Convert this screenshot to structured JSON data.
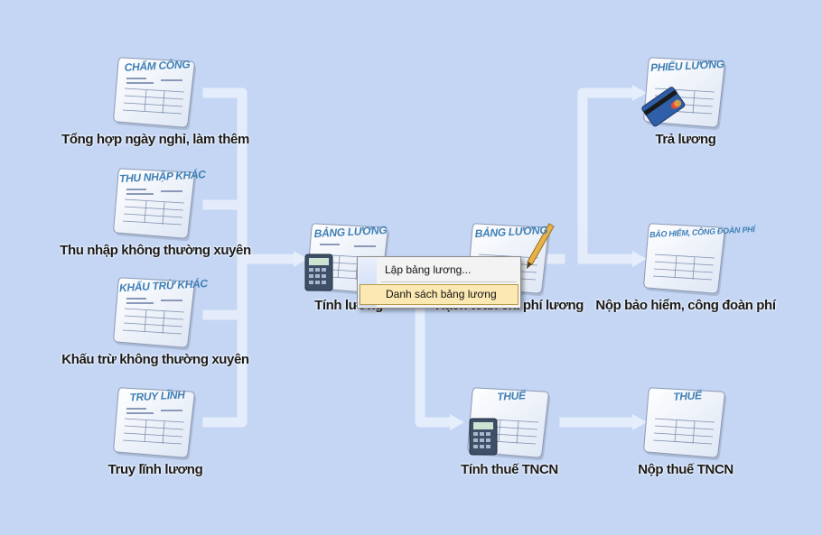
{
  "nodes": {
    "cham_cong": {
      "heading": "CHẤM CÔNG",
      "label": "Tổng hợp ngày nghỉ, làm thêm"
    },
    "thu_nhap": {
      "heading": "THU NHẬP KHÁC",
      "label": "Thu nhập không thường xuyên"
    },
    "khau_tru": {
      "heading": "KHẤU TRỪ KHÁC",
      "label": "Khấu trừ không thường xuyên"
    },
    "truy_linh": {
      "heading": "TRUY LĨNH",
      "label": "Truy lĩnh lương"
    },
    "tinh_luong": {
      "heading": "BẢNG LƯƠNG",
      "label": "Tính lương"
    },
    "hach_toan": {
      "heading": "BẢNG LƯƠNG",
      "label": "Hạch toán chi phí lương"
    },
    "tra_luong": {
      "heading": "PHIẾU LƯƠNG",
      "label": "Trả lương"
    },
    "bao_hiem": {
      "heading": "BẢO HIỂM, CÔNG ĐOÀN PHÍ",
      "label": "Nộp bảo hiểm, công đoàn phí"
    },
    "tinh_thue": {
      "heading": "THUẾ",
      "label": "Tính thuế TNCN"
    },
    "nop_thue": {
      "heading": "THUẾ",
      "label": "Nộp thuế TNCN"
    }
  },
  "context_menu": {
    "item1": "Lập bảng lương...",
    "item2": "Danh sách bảng lương"
  },
  "colors": {
    "background": "#c4d6f4",
    "connector": "#e2ebfa",
    "heading": "#3f7fb6",
    "menu_highlight": "#fbe8b2"
  }
}
